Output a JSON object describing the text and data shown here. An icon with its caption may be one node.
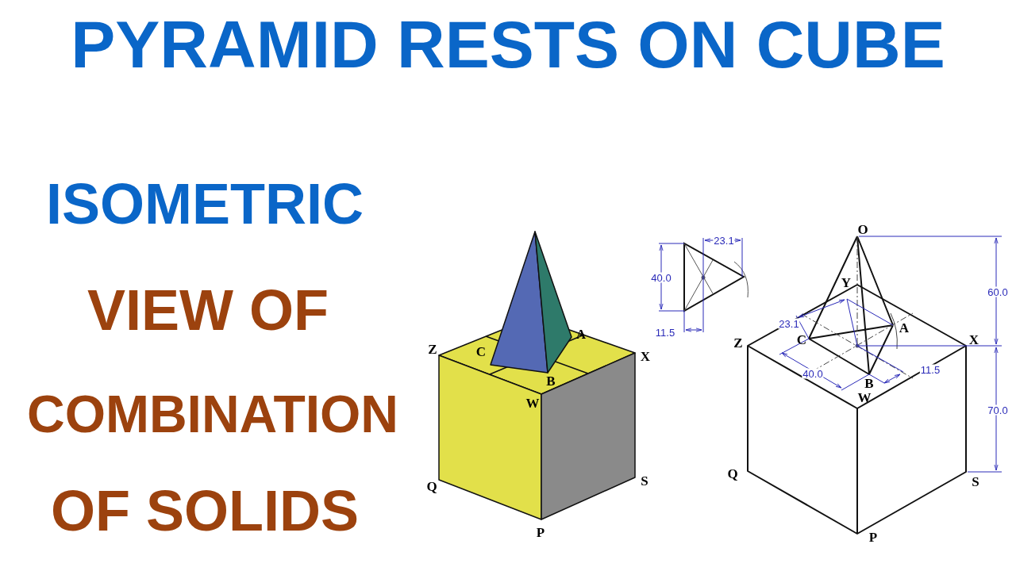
{
  "diagram": {
    "title": "PYRAMID RESTS ON CUBE",
    "labels": [
      "ISOMETRIC",
      "VIEW OF",
      "COMBINATION",
      "OF SOLIDS",
      "Z",
      "C",
      "A",
      "X",
      "B",
      "W",
      "Q",
      "S",
      "P",
      "40.0",
      "23.1",
      "11.5",
      "O",
      "Y",
      "Z",
      "23.1",
      "C",
      "A",
      "X",
      "60.0",
      "40.0",
      "B",
      "11.5",
      "W",
      "70.0",
      "Q",
      "S",
      "P"
    ]
  }
}
